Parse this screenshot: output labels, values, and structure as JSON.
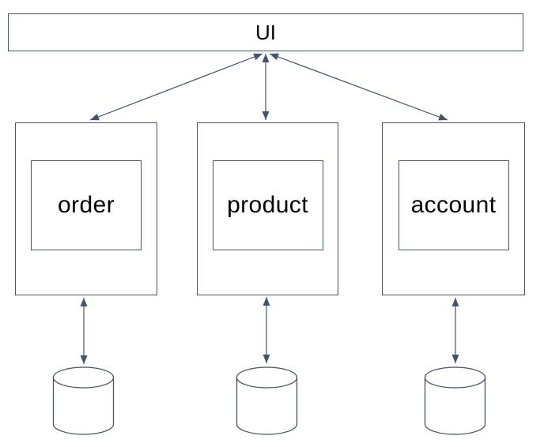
{
  "diagram": {
    "type": "architecture-diagram",
    "nodes": {
      "ui": {
        "label": "UI",
        "shape": "rectangle"
      },
      "services": [
        {
          "id": "order",
          "label": "order",
          "shape": "rectangle-in-rectangle"
        },
        {
          "id": "product",
          "label": "product",
          "shape": "rectangle-in-rectangle"
        },
        {
          "id": "account",
          "label": "account",
          "shape": "rectangle-in-rectangle"
        }
      ],
      "databases": [
        {
          "id": "order-db",
          "shape": "cylinder",
          "label": ""
        },
        {
          "id": "product-db",
          "shape": "cylinder",
          "label": ""
        },
        {
          "id": "account-db",
          "shape": "cylinder",
          "label": ""
        }
      ]
    },
    "edges": [
      {
        "from": "ui",
        "to": "order",
        "style": "double-arrow"
      },
      {
        "from": "ui",
        "to": "product",
        "style": "double-arrow"
      },
      {
        "from": "ui",
        "to": "account",
        "style": "double-arrow"
      },
      {
        "from": "order",
        "to": "order-db",
        "style": "double-arrow"
      },
      {
        "from": "product",
        "to": "product-db",
        "style": "double-arrow"
      },
      {
        "from": "account",
        "to": "account-db",
        "style": "double-arrow"
      }
    ],
    "colors": {
      "stroke": "#44546A",
      "text": "#000000",
      "background": "#FFFFFF"
    }
  }
}
